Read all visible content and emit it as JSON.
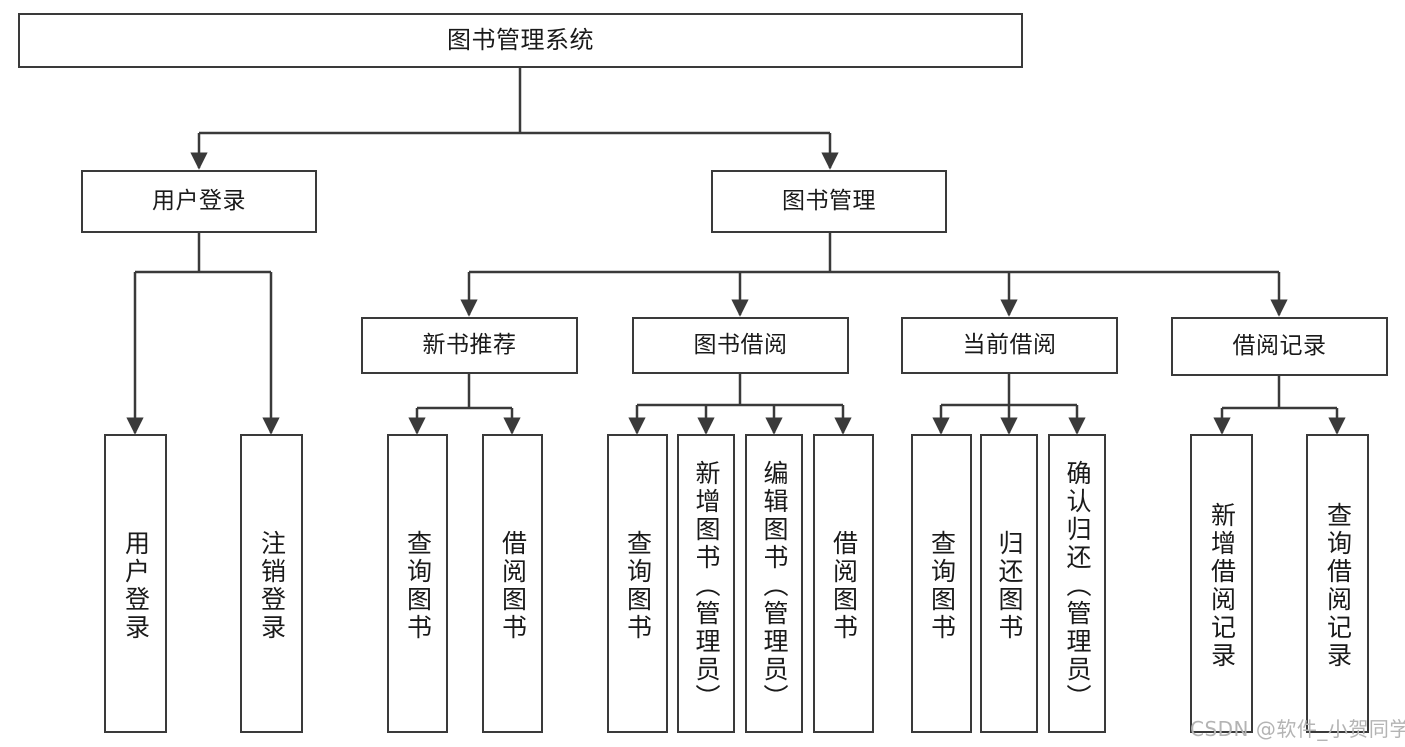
{
  "diagram": {
    "title": "图书管理系统",
    "type": "tree-hierarchy",
    "watermark": "CSDN @软件_小贺同学",
    "colors": {
      "stroke": "#3a3a3a",
      "fill": "#ffffff",
      "text": "#1a1a1a",
      "watermark": "#b4b4b4"
    },
    "levels": {
      "root_label": "图书管理系统",
      "level2": [
        "用户登录",
        "图书管理"
      ],
      "level3": [
        "新书推荐",
        "图书借阅",
        "当前借阅",
        "借阅记录"
      ]
    },
    "nodes": {
      "root": {
        "label": "图书管理系统"
      },
      "user_login": {
        "label": "用户登录"
      },
      "book_mgmt": {
        "label": "图书管理"
      },
      "new_book_rec": {
        "label": "新书推荐"
      },
      "book_borrow": {
        "label": "图书借阅"
      },
      "current_borrow": {
        "label": "当前借阅"
      },
      "borrow_record": {
        "label": "借阅记录"
      },
      "leaf_user_login": {
        "label": "用户登录"
      },
      "leaf_logout": {
        "label": "注销登录"
      },
      "leaf_query_book_1": {
        "label": "查询图书"
      },
      "leaf_borrow_book_1": {
        "label": "借阅图书"
      },
      "leaf_query_book_2": {
        "label": "查询图书"
      },
      "leaf_add_book_admin": {
        "label": "新增图书（管理员）"
      },
      "leaf_edit_book_admin": {
        "label": "编辑图书（管理员）"
      },
      "leaf_borrow_book_2": {
        "label": "借阅图书"
      },
      "leaf_query_book_3": {
        "label": "查询图书"
      },
      "leaf_return_book": {
        "label": "归还图书"
      },
      "leaf_confirm_return_admin": {
        "label": "确认归还（管理员）"
      },
      "leaf_add_borrow_record": {
        "label": "新增借阅记录"
      },
      "leaf_query_borrow_record": {
        "label": "查询借阅记录"
      }
    },
    "edges": [
      {
        "from": "root",
        "to": "user_login"
      },
      {
        "from": "root",
        "to": "book_mgmt"
      },
      {
        "from": "user_login",
        "to": "leaf_user_login"
      },
      {
        "from": "user_login",
        "to": "leaf_logout"
      },
      {
        "from": "book_mgmt",
        "to": "new_book_rec"
      },
      {
        "from": "book_mgmt",
        "to": "book_borrow"
      },
      {
        "from": "book_mgmt",
        "to": "current_borrow"
      },
      {
        "from": "book_mgmt",
        "to": "borrow_record"
      },
      {
        "from": "new_book_rec",
        "to": "leaf_query_book_1"
      },
      {
        "from": "new_book_rec",
        "to": "leaf_borrow_book_1"
      },
      {
        "from": "book_borrow",
        "to": "leaf_query_book_2"
      },
      {
        "from": "book_borrow",
        "to": "leaf_add_book_admin"
      },
      {
        "from": "book_borrow",
        "to": "leaf_edit_book_admin"
      },
      {
        "from": "book_borrow",
        "to": "leaf_borrow_book_2"
      },
      {
        "from": "current_borrow",
        "to": "leaf_query_book_3"
      },
      {
        "from": "current_borrow",
        "to": "leaf_return_book"
      },
      {
        "from": "current_borrow",
        "to": "leaf_confirm_return_admin"
      },
      {
        "from": "borrow_record",
        "to": "leaf_add_borrow_record"
      },
      {
        "from": "borrow_record",
        "to": "leaf_query_borrow_record"
      }
    ]
  }
}
